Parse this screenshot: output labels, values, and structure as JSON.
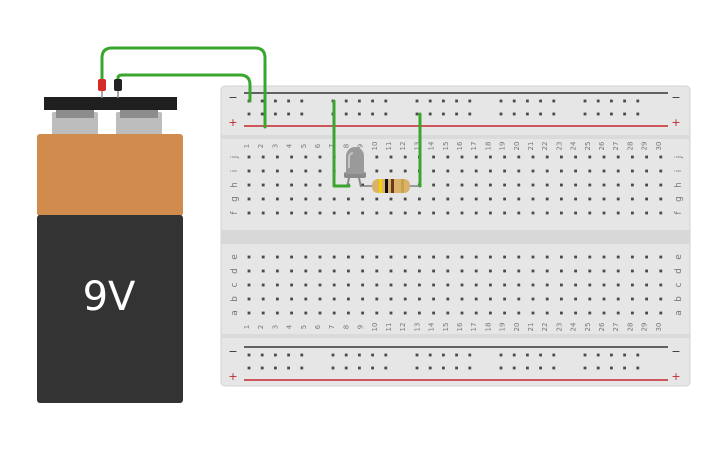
{
  "battery": {
    "label": "9V",
    "colors": {
      "top": "#d18c4d",
      "body": "#333333",
      "cap": "#1f1f1f",
      "terminal": "#bdbdbd"
    }
  },
  "breadboard": {
    "columns": 30,
    "rail_minus": "−",
    "rail_plus": "+",
    "row_labels_top": [
      "j",
      "i",
      "h",
      "g",
      "f"
    ],
    "row_labels_bottom": [
      "e",
      "d",
      "c",
      "b",
      "a"
    ],
    "colors": {
      "board": "#e6e6e6",
      "hole": "#4a4a4a",
      "rail_red": "#c2272d",
      "rail_black": "#333333",
      "label": "#777777"
    }
  },
  "components": {
    "led": {
      "color": "#9a9a9a"
    },
    "resistor": {
      "body": "#d9b36b",
      "bands": [
        "#f2d200",
        "#6b3a1a",
        "#111111",
        "#c7a24a"
      ]
    },
    "wire_color": "#3aa62e",
    "probe_red": "#d42a2a",
    "probe_black": "#222222"
  }
}
